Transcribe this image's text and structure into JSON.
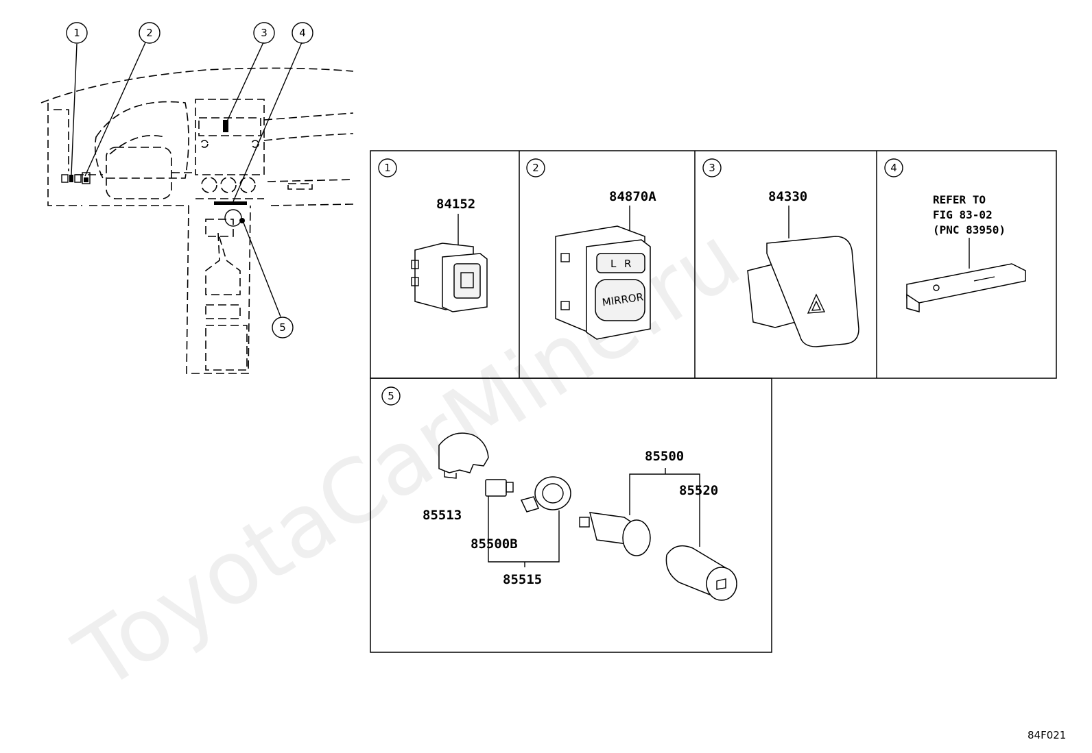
{
  "watermark": "ToyotaCarMine.ru",
  "figure_code": "84F021",
  "callout_numbers": [
    "1",
    "2",
    "3",
    "4",
    "5"
  ],
  "panels": [
    {
      "number": "1",
      "parts": [
        "84152"
      ]
    },
    {
      "number": "2",
      "parts": [
        "84870A"
      ],
      "mirror_label": "MIRROR",
      "switch_l": "L",
      "switch_r": "R"
    },
    {
      "number": "3",
      "parts": [
        "84330"
      ]
    },
    {
      "number": "4",
      "refer_lines": [
        "REFER TO",
        "FIG 83-02",
        "(PNC 83950)"
      ]
    },
    {
      "number": "5",
      "parts": [
        "85513",
        "85500",
        "85520",
        "85500B",
        "85515"
      ]
    }
  ]
}
